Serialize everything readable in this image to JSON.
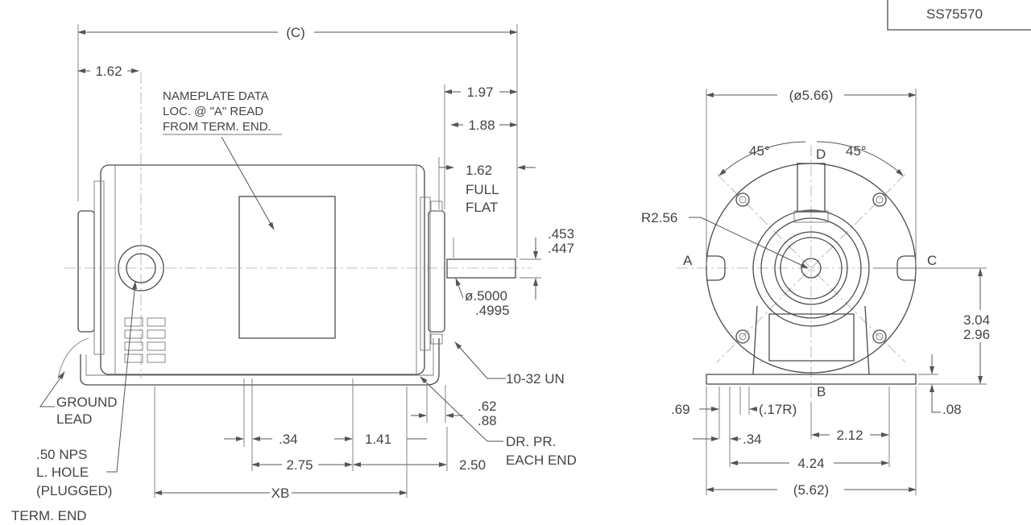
{
  "title_block": {
    "part_number": "SS75570"
  },
  "side_view": {
    "overall_length": "(C)",
    "dim_1_62_left": "1.62",
    "nameplate_note": [
      "NAMEPLATE DATA",
      "LOC. @ \"A\" READ",
      "FROM TERM. END."
    ],
    "dim_1_97": "1.97",
    "dim_1_88": "1.88",
    "full_flat": [
      "1.62",
      "FULL",
      "FLAT"
    ],
    "flat_dim": [
      ".453",
      ".447"
    ],
    "shaft_dia": [
      "ø.5000",
      ".4995"
    ],
    "thread": "10-32 UN",
    "dim_62_88": [
      ".62",
      ".88"
    ],
    "dr_pr": [
      "DR. PR.",
      "EACH END"
    ],
    "ground_lead": [
      "GROUND",
      "LEAD"
    ],
    "nps_hole": [
      ".50 NPS",
      "L. HOLE",
      "(PLUGGED)"
    ],
    "dim_34": ".34",
    "dim_1_41": "1.41",
    "dim_2_75": "2.75",
    "dim_2_50": "2.50",
    "dim_xb": "XB",
    "term_end": "TERM. END"
  },
  "end_view": {
    "diameter": "(ø5.66)",
    "angle_left": "45°",
    "angle_right": "45°",
    "pos_d": "D",
    "pos_a": "A",
    "pos_c": "C",
    "pos_b": "B",
    "radius": "R2.56",
    "height": [
      "3.04",
      "2.96"
    ],
    "dim_69": ".69",
    "dim_17r": "(.17R)",
    "dim_34": ".34",
    "dim_2_12": "2.12",
    "dim_4_24": "4.24",
    "dim_5_62": "(5.62)",
    "dim_08": ".08"
  }
}
